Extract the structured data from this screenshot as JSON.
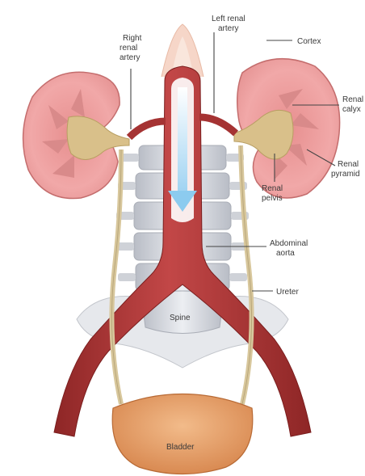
{
  "labels": {
    "right_renal_artery_1": "Right",
    "right_renal_artery_2": "renal",
    "right_renal_artery_3": "artery",
    "left_renal_artery_1": "Left renal",
    "left_renal_artery_2": "artery",
    "cortex": "Cortex",
    "renal_calyx_1": "Renal",
    "renal_calyx_2": "calyx",
    "renal_pyramid_1": "Renal",
    "renal_pyramid_2": "pyramid",
    "renal_pelvis_1": "Renal",
    "renal_pelvis_2": "pelvis",
    "abdominal_aorta_1": "Abdominal",
    "abdominal_aorta_2": "aorta",
    "ureter": "Ureter",
    "spine": "Spine",
    "bladder": "Bladder"
  },
  "colors": {
    "artery": "#b23a3a",
    "artery_dark": "#8e2626",
    "kidney_cortex": "#f1a8a8",
    "kidney_medulla": "#d98a8a",
    "pelvis": "#d9c08a",
    "ureter": "#d8c79c",
    "spine": "#d6d9e0",
    "bladder": "#e8a46f",
    "flow_arrow": "#bfe3f7"
  }
}
